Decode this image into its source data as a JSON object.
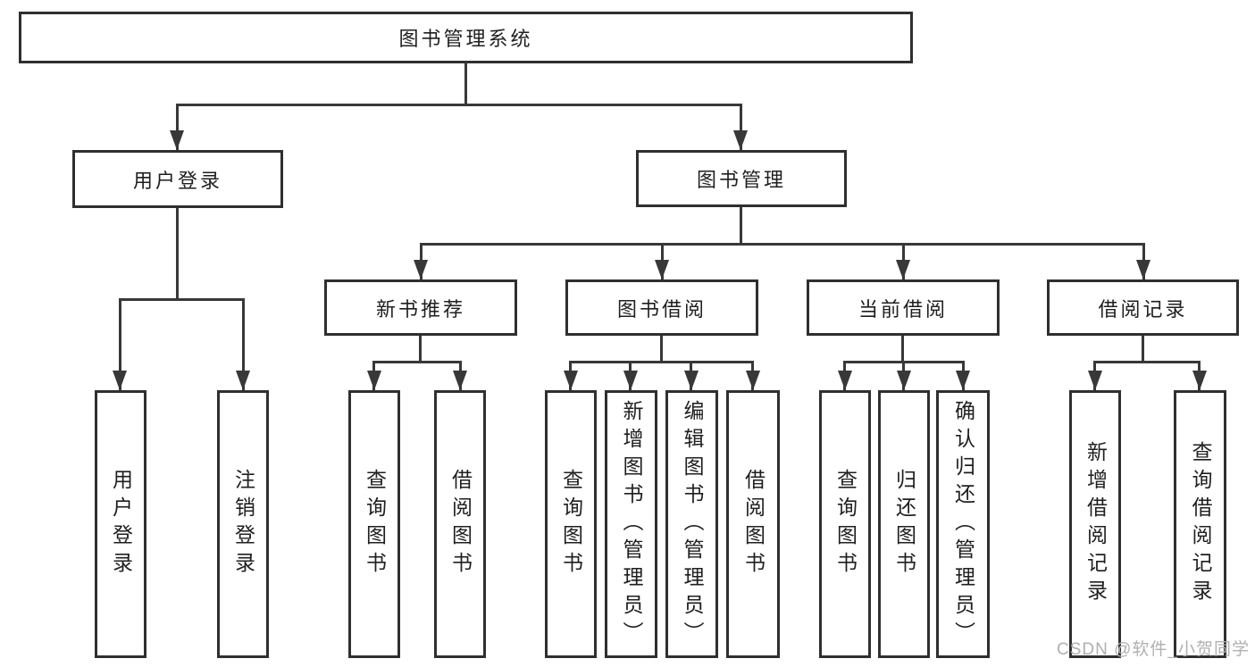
{
  "diagram_title": "图书管理系统",
  "colors": {
    "background": "#ffffff",
    "box_fill": "#ffffff",
    "box_border": "#2f2f2f",
    "line": "#383838",
    "text": "#1f1f1f",
    "watermark": "#b0b0b0"
  },
  "nodes": {
    "root": {
      "label": "图书管理系统"
    },
    "user_login_branch": {
      "label": "用户登录"
    },
    "book_mgmt_branch": {
      "label": "图书管理"
    },
    "login": {
      "label": "用户登录"
    },
    "logout": {
      "label": "注销登录"
    },
    "new_books": {
      "label": "新书推荐"
    },
    "book_borrow": {
      "label": "图书借阅"
    },
    "current_borrow": {
      "label": "当前借阅"
    },
    "borrow_records": {
      "label": "借阅记录"
    },
    "nb_query_books": {
      "label": "查询图书"
    },
    "nb_borrow_books": {
      "label": "借阅图书"
    },
    "bb_query_books": {
      "label": "查询图书"
    },
    "bb_add_books": {
      "label": "新增图书（管理员）"
    },
    "bb_edit_books": {
      "label": "编辑图书（管理员）"
    },
    "bb_borrow_books": {
      "label": "借阅图书"
    },
    "cb_query_books": {
      "label": "查询图书"
    },
    "cb_return_books": {
      "label": "归还图书"
    },
    "cb_confirm_return": {
      "label": "确认归还（管理员）"
    },
    "br_add_record": {
      "label": "新增借阅记录"
    },
    "br_query_record": {
      "label": "查询借阅记录"
    }
  },
  "hierarchy": {
    "root": [
      "user_login_branch",
      "book_mgmt_branch"
    ],
    "user_login_branch": [
      "login",
      "logout"
    ],
    "book_mgmt_branch": [
      "new_books",
      "book_borrow",
      "current_borrow",
      "borrow_records"
    ],
    "new_books": [
      "nb_query_books",
      "nb_borrow_books"
    ],
    "book_borrow": [
      "bb_query_books",
      "bb_add_books",
      "bb_edit_books",
      "bb_borrow_books"
    ],
    "current_borrow": [
      "cb_query_books",
      "cb_return_books",
      "cb_confirm_return"
    ],
    "borrow_records": [
      "br_add_record",
      "br_query_record"
    ]
  },
  "watermark": {
    "text": "CSDN @软件_小贺同学"
  }
}
